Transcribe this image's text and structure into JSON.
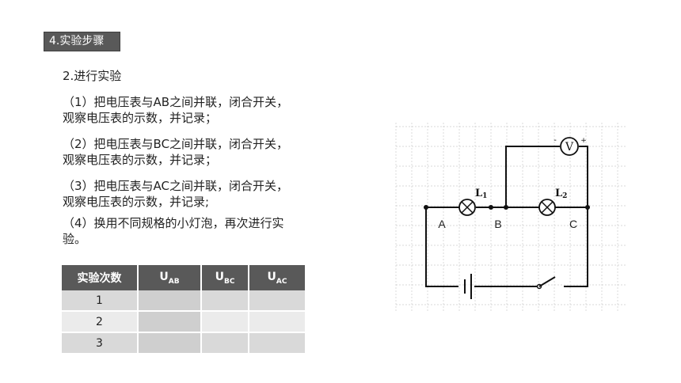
{
  "section_tag": "4.实验步骤",
  "heading": "2.进行实验",
  "steps": [
    {
      "line1": "（1）把电压表与AB之间并联，闭合开关，",
      "line2": "观察电压表的示数，并记录；"
    },
    {
      "line1": "（2）把电压表与BC之间并联，闭合开关，",
      "line2": "观察电压表的示数，并记录；"
    },
    {
      "line1": "（3）把电压表与AC之间并联，闭合开关，",
      "line2": "观察电压表的示数，并记录;"
    },
    {
      "line1": "（4）换用不同规格的小灯泡，再次进行实",
      "line2": "验。"
    }
  ],
  "table": {
    "headers": [
      {
        "main": "实验次数",
        "sub": ""
      },
      {
        "main": "U",
        "sub": "AB"
      },
      {
        "main": "U",
        "sub": "BC"
      },
      {
        "main": "U",
        "sub": "AC"
      }
    ],
    "rows": [
      "1",
      "2",
      "3"
    ]
  },
  "circuit": {
    "voltmeter": "V",
    "minus": "-",
    "plus": "+",
    "lamp1_letter": "L",
    "lamp1_sub": "1",
    "lamp2_letter": "L",
    "lamp2_sub": "2",
    "point_a": "A",
    "point_b": "B",
    "point_c": "C"
  }
}
